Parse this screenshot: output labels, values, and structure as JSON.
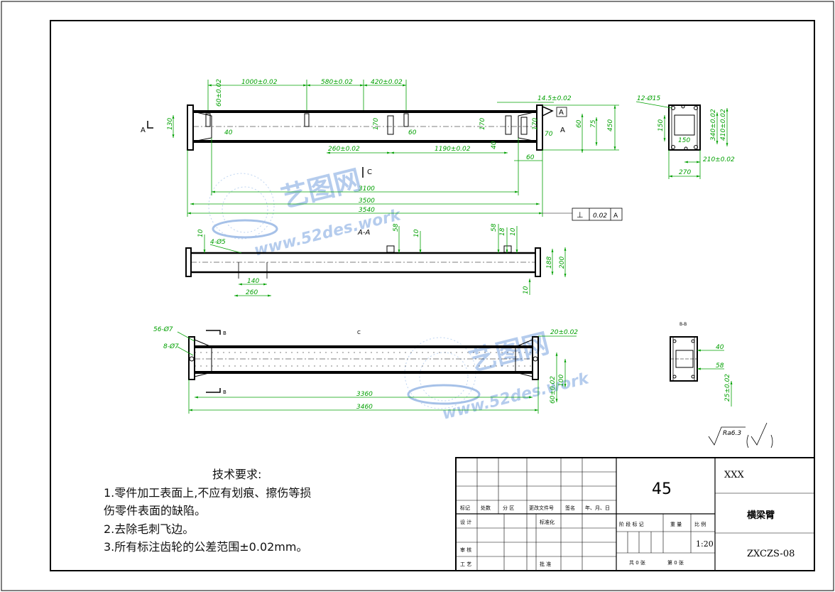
{
  "drawing": {
    "colors": {
      "line": "#000000",
      "dimension": "#00a000",
      "watermark": "#8ab2e6",
      "background": "#ffffff"
    },
    "dimensions": {
      "front": [
        "1000±0.02",
        "580±0.02",
        "420±0.02",
        "60±0.02",
        "14.5±0.02",
        "130",
        "40",
        "170",
        "60",
        "170",
        "40",
        "60",
        "170",
        "70",
        "60",
        "75",
        "450",
        "260±0.02",
        "1190±0.02",
        "3100",
        "3500",
        "3540"
      ],
      "section_aa": [
        "A-A",
        "10",
        "4-Ø5",
        "58",
        "10",
        "58",
        "18",
        "10",
        "188",
        "200",
        "10",
        "140",
        "260"
      ],
      "bottom": [
        "56-Ø7",
        "8-Ø7",
        "20±0.02",
        "3360",
        "3460",
        "60±0.02",
        "100"
      ],
      "side": [
        "12-Ø15",
        "150",
        "150",
        "340±0.02",
        "410±0.02",
        "270",
        "210±0.02"
      ],
      "section_bb": [
        "B-B",
        "40",
        "58",
        "25±0.02"
      ]
    },
    "view_labels": {
      "a": "A",
      "b": "B",
      "c": "C"
    },
    "tolerance_frame": {
      "symbol": "⊥",
      "value": "0.02",
      "datum": "A"
    },
    "roughness": {
      "value": "Ra6.3"
    },
    "watermark": {
      "text": "艺图网",
      "url": "www.52des.work"
    }
  },
  "notes": {
    "title": "技术要求:",
    "items": [
      "1.零件加工表面上,不应有划痕、擦伤等损",
      "伤零件表面的缺陷。",
      "2.去除毛刺飞边。",
      "3.所有标注齿轮的公差范围±0.02mm。"
    ]
  },
  "title_block": {
    "material": "45",
    "company": "XXX",
    "part_name": "横梁臂",
    "drawing_no": "ZXCZS-08",
    "scale": "1:20",
    "headers": [
      "标记",
      "处数",
      "分 区",
      "更改文件号",
      "签名",
      "年、月、日"
    ],
    "rows": {
      "design": "设 计",
      "design_std": "标准化",
      "check": "审 核",
      "craft": "工 艺",
      "approve": "批 准"
    },
    "stage_labels": [
      "阶 段 标 记",
      "重 量",
      "比 例"
    ],
    "sheets": {
      "total": "共 0 张",
      "current": "第 0 张"
    }
  }
}
